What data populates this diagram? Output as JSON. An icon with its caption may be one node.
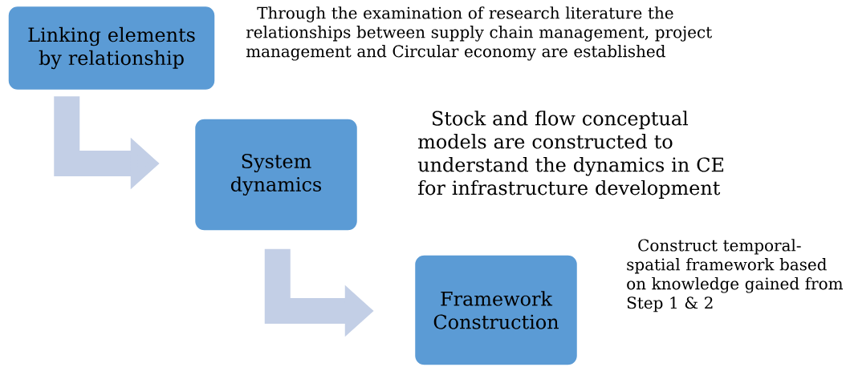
{
  "diagram": {
    "nodes": [
      {
        "text": [
          "Linking elements by relationship"
        ],
        "beside": [
          "Through the examination of research literature the relationships between supply chain management, project management and Circular economy are established"
        ]
      },
      {
        "text": [
          "System dynamics"
        ],
        "beside": [
          "Stock and flow conceptual models are constructed to understand the dynamics in CE for infrastructure development"
        ]
      },
      {
        "text": [
          "Framework Construction"
        ],
        "beside": [
          "Construct temporal-spatial framework based on knowledge gained from Step 1 & 2"
        ]
      }
    ],
    "edges": [
      {
        "from": 0,
        "to": 1,
        "arrow": "to"
      },
      {
        "from": 1,
        "to": 2,
        "arrow": "to"
      }
    ]
  }
}
